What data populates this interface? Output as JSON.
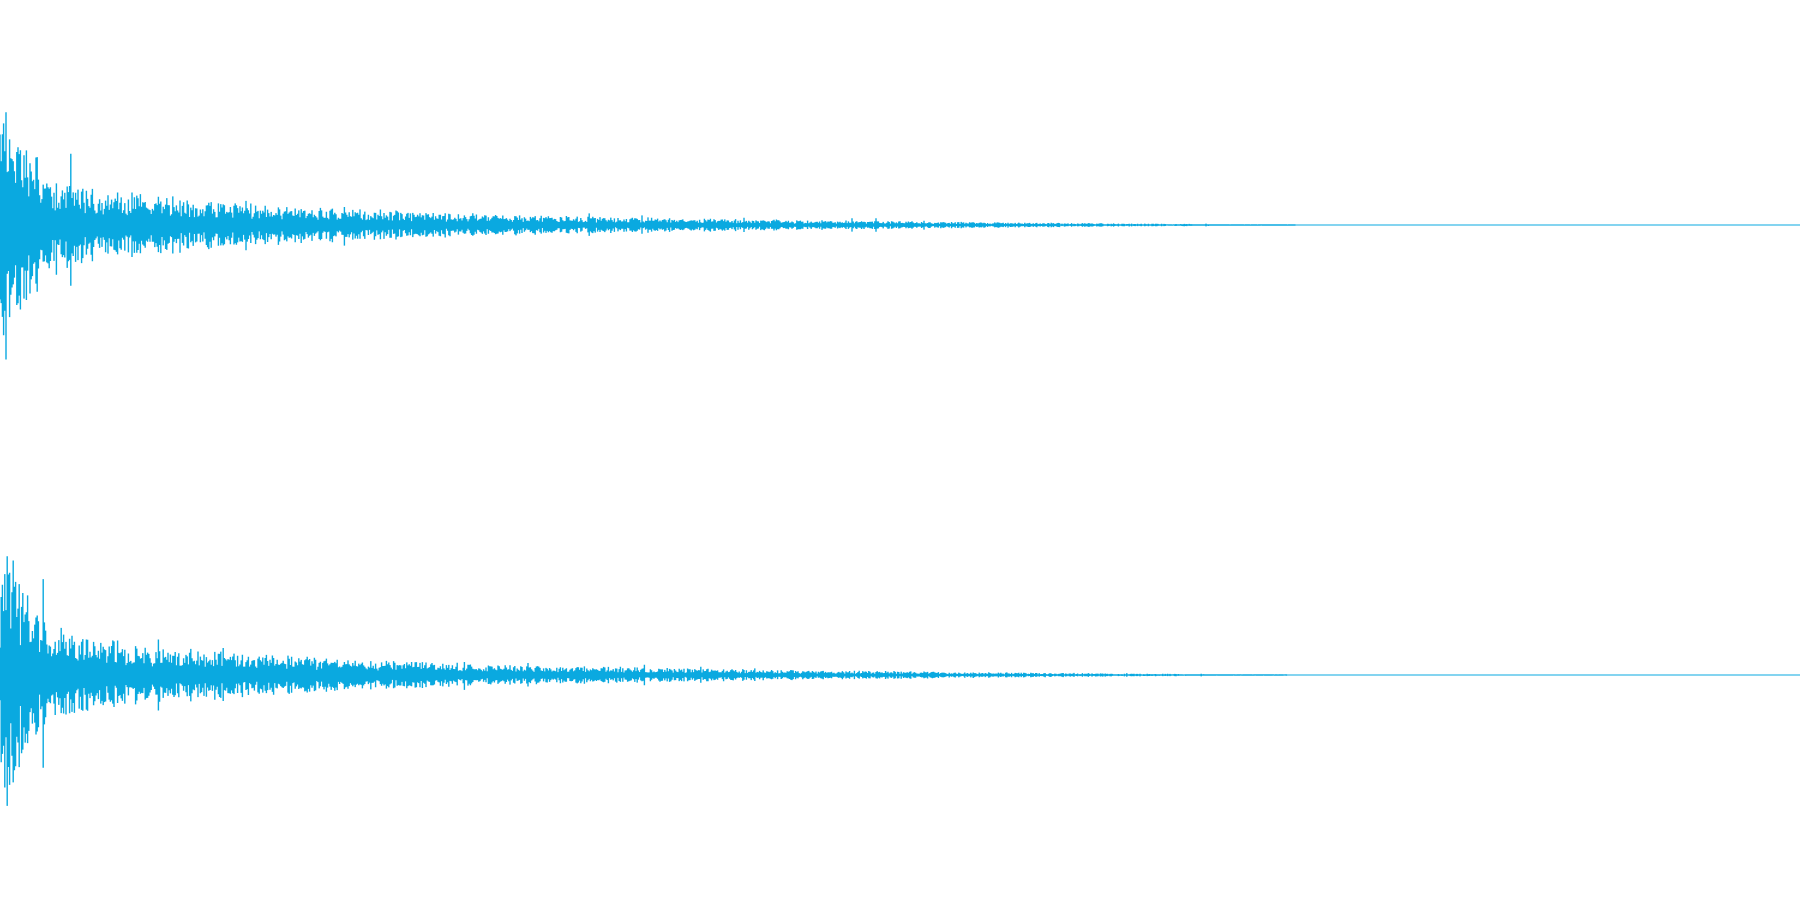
{
  "waveform": {
    "color": "#0aa9e0",
    "background": "#ffffff",
    "channels": [
      {
        "name": "channel-top",
        "peak": 1.0,
        "decay_end_fraction": 0.72,
        "seed": 7
      },
      {
        "name": "channel-bottom",
        "peak": 1.0,
        "decay_end_fraction": 0.715,
        "seed": 19
      }
    ]
  }
}
